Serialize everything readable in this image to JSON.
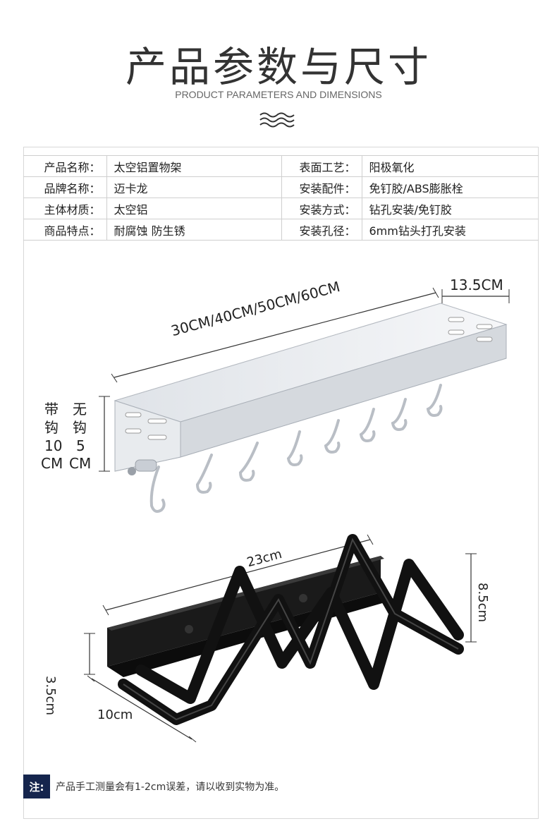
{
  "header": {
    "title": "产品参数与尺寸",
    "subtitle": "PRODUCT PARAMETERS AND DIMENSIONS"
  },
  "params": [
    [
      "产品名称：",
      "太空铝置物架",
      "表面工艺：",
      "阳极氧化"
    ],
    [
      "品牌名称：",
      "迈卡龙",
      "安装配件：",
      "免钉胶/ABS膨胀栓"
    ],
    [
      "主体材质：",
      "太空铝",
      "安装方式：",
      "钻孔安装/免钉胶"
    ],
    [
      "商品特点：",
      "耐腐蚀 防生锈",
      "安装孔径：",
      "6mm钻头打孔安装"
    ]
  ],
  "shelf_dims": {
    "length": "30CM/40CM/50CM/60CM",
    "depth": "13.5CM",
    "with_hook": "带钩",
    "with_hook_value": "10",
    "no_hook": "无钩",
    "no_hook_value": "5",
    "unit_a": "CM",
    "unit_b": "CM",
    "hook_chars": [
      "带",
      "钩",
      "无",
      "钩"
    ]
  },
  "rack_dims": {
    "length": "23cm",
    "height": "8.5cm",
    "side": "3.5cm",
    "depth": "10cm"
  },
  "note": {
    "tag": "注:",
    "text": "产品手工测量会有1-2cm误差，请以收到实物为准。"
  },
  "colors": {
    "note_tag_bg": "#15254d",
    "aluminum": "#d7dbe0",
    "black_rack": "#111111"
  }
}
